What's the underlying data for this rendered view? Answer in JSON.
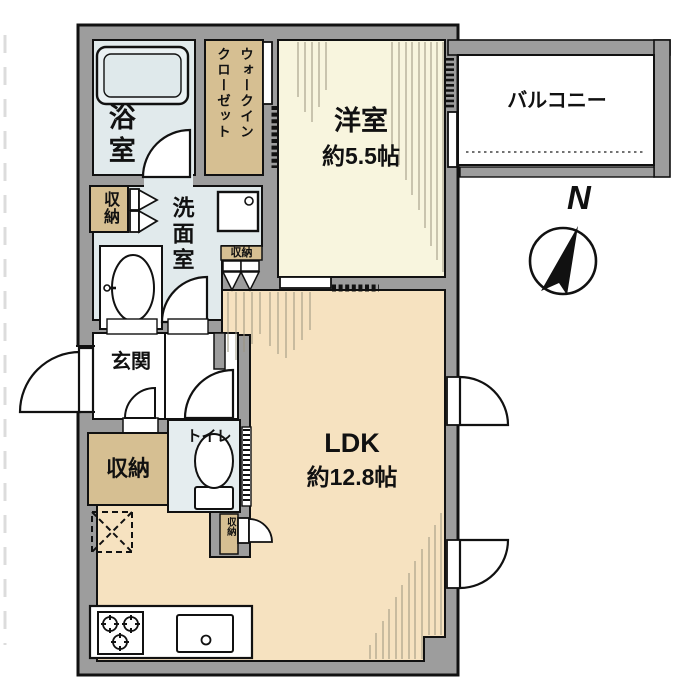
{
  "plan": {
    "type": "apartment-floorplan",
    "compass": {
      "north_label": "N"
    },
    "colors": {
      "wall": "#9d9d9d",
      "outline": "#111111",
      "wet_floor": "#e1eaec",
      "tatami_room_floor": "#f8f5de",
      "ldk_floor": "#f6e2c0",
      "closet_tan": "#d6bf92",
      "balcony": "#ffffff"
    },
    "rooms": {
      "bath": {
        "label": "浴室"
      },
      "wic": {
        "label": "ウォークインクローゼット",
        "label_line1": "ウォークイン",
        "label_line2": "クローゼット"
      },
      "western_room": {
        "label": "洋室",
        "size": "約5.5帖"
      },
      "balcony": {
        "label": "バルコニー"
      },
      "washroom": {
        "label": "洗面室"
      },
      "washroom_storage": {
        "label": "収納"
      },
      "ldk_upper_storage": {
        "label": "収納"
      },
      "entrance": {
        "label": "玄関"
      },
      "toilet": {
        "label": "トイレ"
      },
      "entrance_storage": {
        "label": "収納"
      },
      "ldk_small_storage": {
        "label": "収納"
      },
      "ldk": {
        "label": "LDK",
        "size": "約12.8帖"
      }
    }
  }
}
